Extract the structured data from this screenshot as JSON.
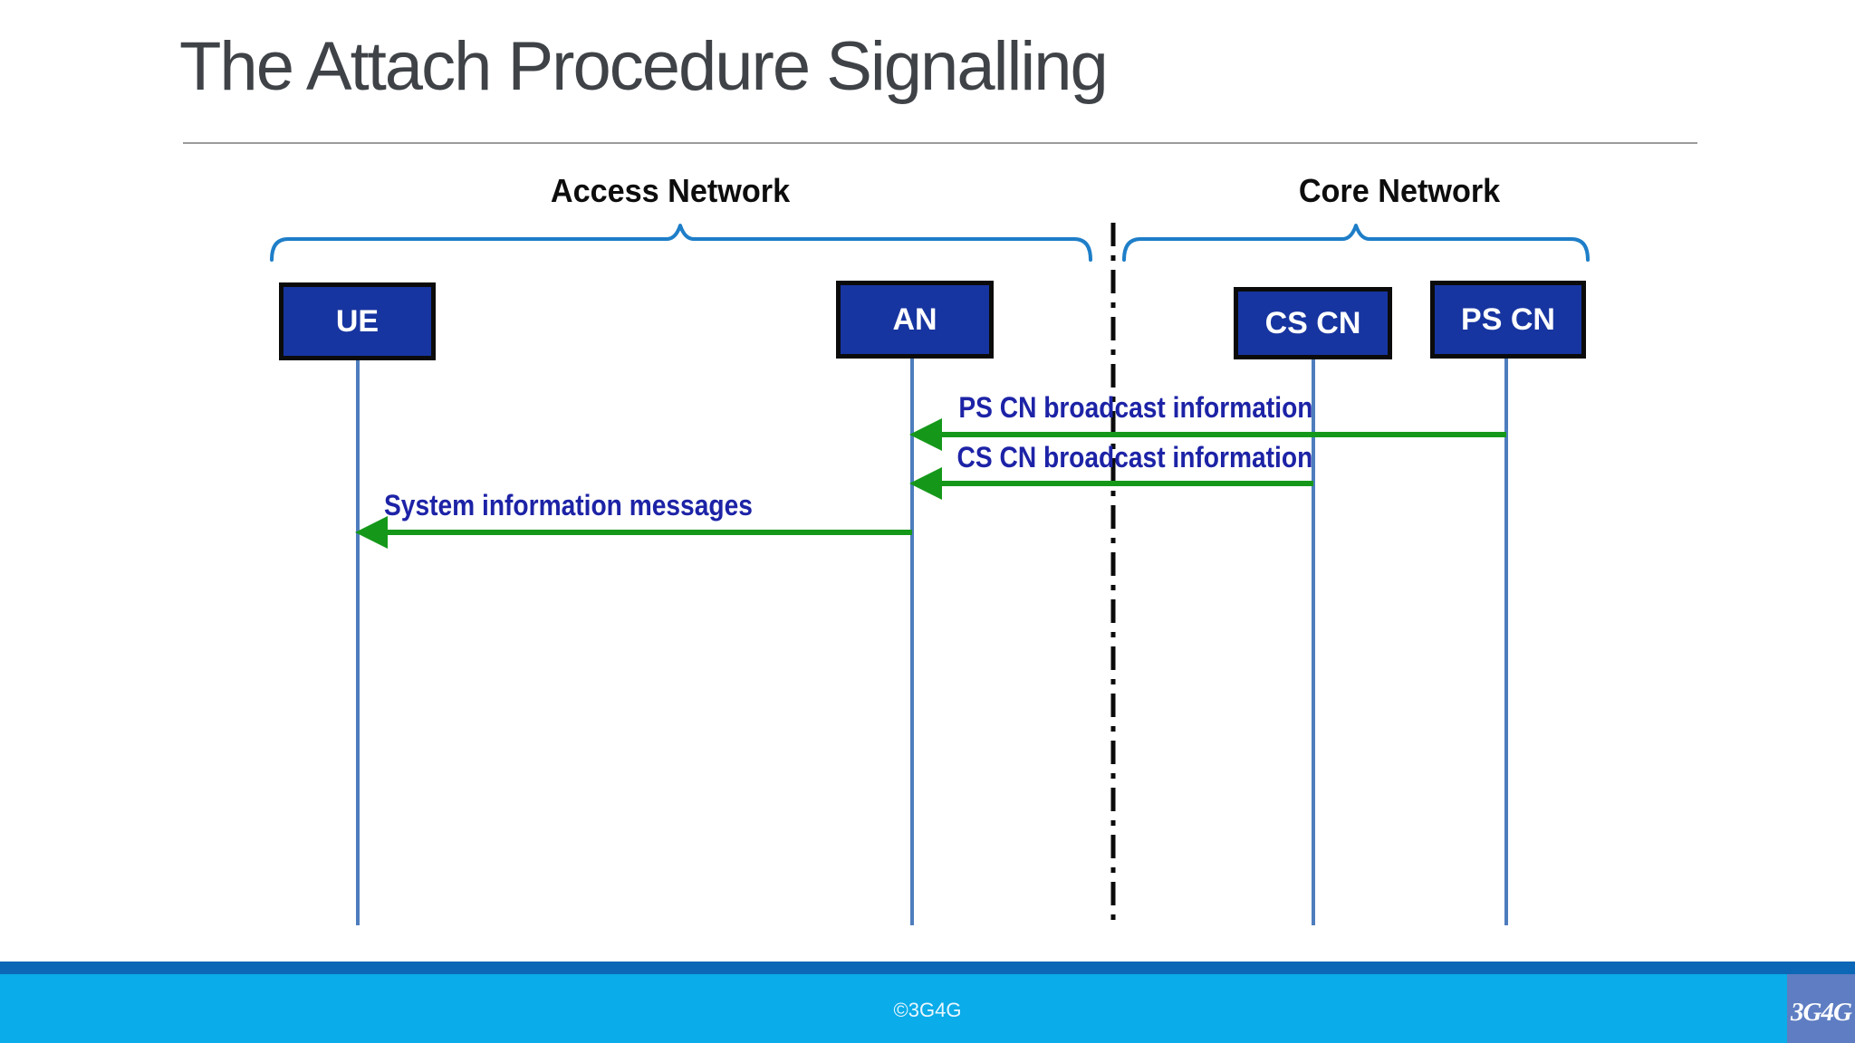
{
  "slide": {
    "title": "The Attach Procedure Signalling"
  },
  "diagram": {
    "groups": [
      {
        "label": "Access Network"
      },
      {
        "label": "Core Network"
      }
    ],
    "entities": [
      {
        "label": "UE"
      },
      {
        "label": "AN"
      },
      {
        "label": "CS CN"
      },
      {
        "label": "PS CN"
      }
    ],
    "messages": [
      {
        "label": "PS CN broadcast information",
        "from": "PS CN",
        "to": "AN",
        "direction": "left"
      },
      {
        "label": "CS CN broadcast information",
        "from": "CS CN",
        "to": "AN",
        "direction": "left"
      },
      {
        "label": "System information messages",
        "from": "AN",
        "to": "UE",
        "direction": "left"
      }
    ],
    "colors": {
      "entity_fill": "#1735A0",
      "entity_border": "#0B0B0B",
      "message_text": "#1D23A6",
      "arrow_green": "#15981A",
      "brace_blue": "#1E7EC8",
      "lifeline_blue": "#4E7DBD",
      "divider_black": "#0B0B0B",
      "title_gray": "#3F4347",
      "footer_dark_blue": "#0C67B6",
      "footer_light_blue": "#0AACE9",
      "logo_bg": "#5E7DC2"
    }
  },
  "footer": {
    "copyright": "©3G4G",
    "logo_text": "3G4G"
  }
}
